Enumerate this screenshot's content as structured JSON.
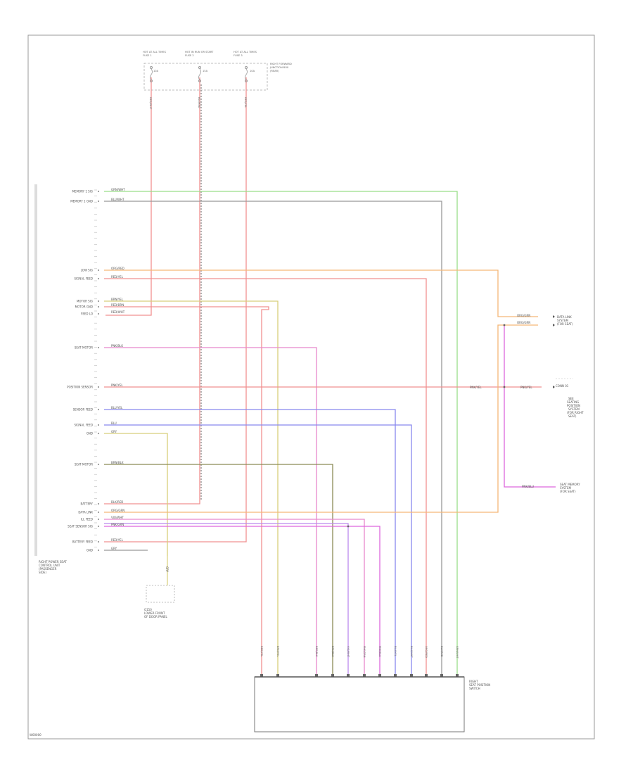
{
  "frame": {
    "code": "W00000"
  },
  "fuses": {
    "items": [
      {
        "header1": "HOT AT ALL TIMES",
        "header2": "FUSE 1",
        "amp": "10A"
      },
      {
        "header1": "HOT IN RUN OR START",
        "header2": "FUSE 2",
        "amp": "15A"
      },
      {
        "header1": "HOT AT ALL TIMES",
        "header2": "FUSE 3",
        "amp": "10A"
      }
    ],
    "box_label": [
      "RIGHT FORWARD",
      "JUNCTION BOX",
      "(REAR)"
    ]
  },
  "module": {
    "title": [
      "RIGHT POWER SEAT",
      "CONTROL UNIT",
      "(PASSENGER",
      "SIDE)"
    ],
    "pins": [
      {
        "name": "MEMORY 1 SIG",
        "wire": "GRN/WHT"
      },
      {
        "name": "MEMORY 1 GND",
        "wire": "BLU/WHT"
      },
      {
        "name": "LOW SIG",
        "wire": "ORG/RED"
      },
      {
        "name": "SIGNAL FEED",
        "wire": "RED/YEL"
      },
      {
        "name": "MOTOR SIG",
        "wire": "BRN/YEL"
      },
      {
        "name": "MOTOR GND",
        "wire": "RED/BRN"
      },
      {
        "name": "FEED LO",
        "wire": "RED/WHT"
      },
      {
        "name": "SEAT MOTOR",
        "wire": "PNK/BLK"
      },
      {
        "name": "POSITION SENSOR",
        "wire": "PNK/YEL"
      },
      {
        "name": "SENSOR FEED",
        "wire": "BLU/YEL"
      },
      {
        "name": "SIGNAL FEED",
        "wire": "BLU"
      },
      {
        "name": "GND",
        "wire": "GRY"
      },
      {
        "name": "SEAT MOTOR",
        "wire": "BRN/BLK"
      },
      {
        "name": "BATTERY",
        "wire": "BLK/RED"
      },
      {
        "name": "DATA LINK",
        "wire": "ORG/GRN"
      },
      {
        "name": "ILL FEED",
        "wire": "VIO/WHT"
      },
      {
        "name": "SEAT SENSOR SIG",
        "wire": "PNK/GRN"
      },
      {
        "name": "BATTERY FEED",
        "wire": "RED/YEL"
      },
      {
        "name": "GND",
        "wire": "GRY"
      }
    ]
  },
  "ground": {
    "wire": "GRY",
    "label": [
      "G150",
      "LOWER FRONT",
      "OF DOOR PANEL"
    ]
  },
  "right_labels": {
    "data_link": {
      "wires": [
        "ORG/GRN",
        "ORG/GRN"
      ],
      "text": [
        "DATA LINK",
        "SYSTEM",
        "(FOR SEAT)"
      ]
    },
    "mid_wire": "PNK/YEL",
    "mid_right_wire": "PNK/YEL",
    "mid_text": [
      "CONN 01",
      "SEE",
      "SEATING",
      "POSITION",
      "SYSTEM",
      "(FOR RIGHT",
      "SEAT)"
    ],
    "low_wire": "PNK/BLU",
    "low_text": [
      "SEAT MEMORY",
      "SYSTEM",
      "(FOR SEAT)"
    ]
  },
  "bottom_module": {
    "title": [
      "RIGHT",
      "SEAT POSITION",
      "SWITCH"
    ],
    "pin_labels": [
      "RED/YEL",
      "BRN/YEL",
      "RED/BLK",
      "BRN/BLK",
      "VIO/WHT",
      "PNK/GRN",
      "PNK/BLU",
      "BLU/YEL",
      "BLU/WHT",
      "ORG/RED",
      "BLK/RED",
      "GRN/WHT"
    ],
    "wire_labels": [
      "RED/YEL",
      "BRN/YEL",
      "RED/BLK",
      "BRN/BLK",
      "VIO/WHT",
      "PNK/GRN",
      "PNK/BLU",
      "BLU/YEL",
      "BLU/WHT",
      "ORG/RED",
      "BLK/RED",
      "GRN/WHT"
    ]
  },
  "colors": {
    "red": "#f09090",
    "green": "#99dd88",
    "gray": "#999999",
    "orange": "#f5b777",
    "brown": "#8a7a40",
    "yellow": "#d8cf7a",
    "blue": "#8888ee",
    "pink": "#e888cc",
    "magenta": "#dd66dd",
    "olive": "#8a8a55",
    "violet": "#bb88ee",
    "dark": "#777777"
  }
}
